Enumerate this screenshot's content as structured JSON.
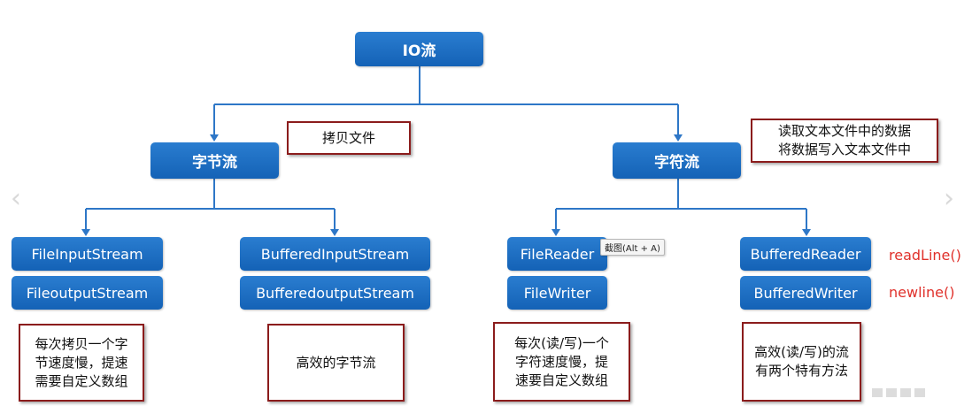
{
  "root": {
    "label": "IO流"
  },
  "branches": {
    "byte": {
      "label": "字节流",
      "note": "拷贝文件"
    },
    "char": {
      "label": "字符流",
      "note_lines": [
        "读取文本文件中的数据",
        "将数据写入文本文件中"
      ]
    }
  },
  "leaves": {
    "file_input": "FileInputStream",
    "file_output": "FileoutputStream",
    "buffered_input": "BufferedInputStream",
    "buffered_output": "BufferedoutputStream",
    "file_reader": "FileReader",
    "file_writer": "FileWriter",
    "buffered_reader": "BufferedReader",
    "buffered_writer": "BufferedWriter"
  },
  "methods": {
    "read_line": "readLine()",
    "new_line": "newline()"
  },
  "notes": {
    "byte_basic": [
      "每次拷贝一个字",
      "节速度慢，提速",
      "需要自定义数组"
    ],
    "byte_buffered": [
      "高效的字节流"
    ],
    "char_basic": [
      "每次(读/写)一个",
      "字符速度慢，提",
      "速要自定义数组"
    ],
    "char_buffered": [
      "高效(读/写)的流",
      "有两个特有方法"
    ]
  },
  "tooltip": "截图(Alt + A)",
  "colors": {
    "node": "#1a6cc4",
    "connector": "#2e77c7",
    "note_border": "#8b1c1c",
    "method": "#e0312b"
  }
}
